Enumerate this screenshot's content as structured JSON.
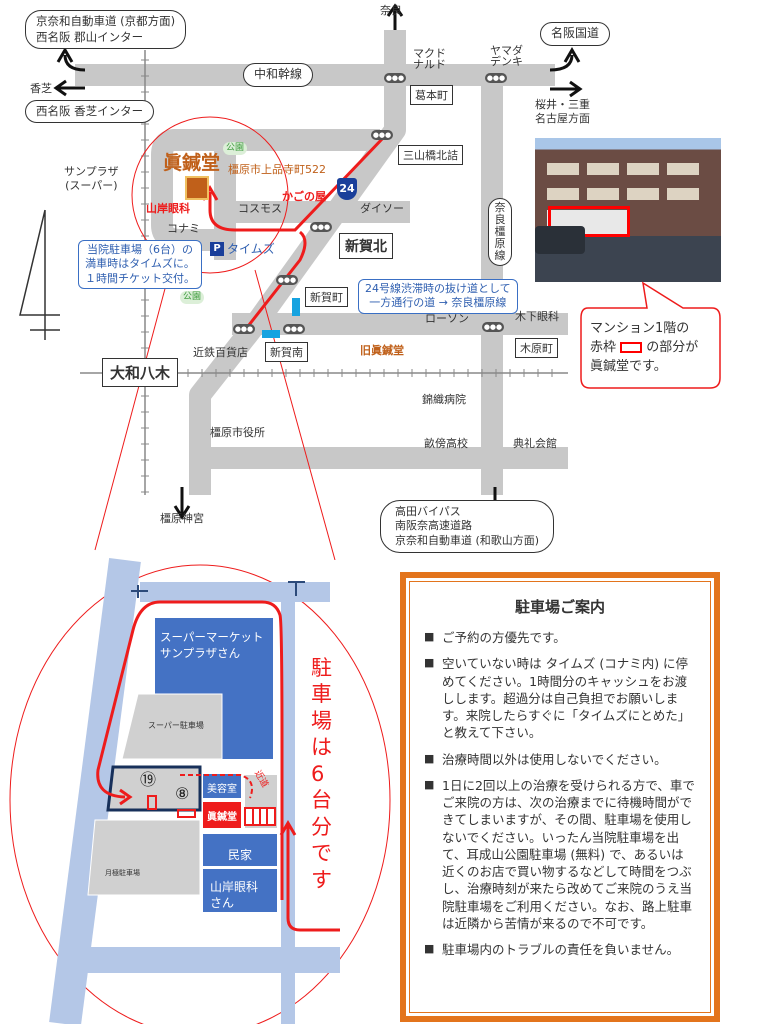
{
  "top_map": {
    "dest_kyoto": "京奈和自動車道 (京都方面)\n西名阪 郡山インター",
    "dest_kyoto_l1": "京奈和自動車道 (京都方面)",
    "dest_kyoto_l2": "西名阪 郡山インター",
    "kashiba": "香芝",
    "kashiba_ic": "西名阪 香芝インター",
    "nara": "奈良",
    "meihan": "名阪国道",
    "sakurai_l1": "桜井・三重",
    "sakurai_l2": "名古屋方面",
    "chuwa": "中和幹線",
    "mcd_l1": "マクド",
    "mcd_l2": "ナルド",
    "yamada_l1": "ヤマダ",
    "yamada_l2": "デンキ",
    "kuzumoto": "葛本町",
    "sanyama": "三山橋北詰",
    "clinic_name": "眞鍼堂",
    "address": "橿原市上品寺町522",
    "park1": "公園",
    "park2": "公園",
    "sunplaza_l1": "サンプラザ",
    "sunplaza_l2": "(スーパー)",
    "yamagishi": "山岸眼科",
    "cosmos": "コスモス",
    "kagonoya": "かごの屋",
    "route24": "24",
    "daiso": "ダイソー",
    "konami": "コナミ",
    "times": "タイムズ",
    "times_note_l1": "当院駐車場（6台）の",
    "times_note_l2": "満車時はタイムズに。",
    "times_note_l3": "１時間チケット交付。",
    "shinga_kita": "新賀北",
    "shinga_cho": "新賀町",
    "shinga_minami": "新賀南",
    "naraline": "奈良橿原線",
    "bypass_note_l1": "24号線渋滞時の抜け道として",
    "bypass_note_l2": "一方通行の道 → 奈良橿原線",
    "lawson": "ローソン",
    "kinoshita": "木下眼科",
    "kihara": "木原町",
    "kintetsu": "近鉄百貨店",
    "old_clinic": "旧眞鍼堂",
    "yamato_yagi": "大和八木",
    "kinshoku": "錦織病院",
    "city_hall": "橿原市役所",
    "unebi": "畝傍高校",
    "tenrei": "典礼会館",
    "jingu": "橿原神宮",
    "south_l1": "高田バイパス",
    "south_l2": "南阪奈高速道路",
    "south_l3": "京奈和自動車道 (和歌山方面)",
    "photo_callout_l1": "マンション1階の",
    "photo_callout_l2a": "赤枠",
    "photo_callout_l2b": "の部分が",
    "photo_callout_l3": "眞鍼堂です。"
  },
  "parking_map": {
    "supermarket_l1": "スーパーマーケット",
    "supermarket_l2": "サンプラザさん",
    "super_parking": "スーパー駐車場",
    "no19": "⑲",
    "no8": "⑧",
    "salon": "美容室",
    "clinic": "眞鍼堂",
    "shortcut": "近道",
    "house": "民家",
    "eye_l1": "山岸眼科",
    "eye_l2": "さん",
    "monthly": "月極駐車場",
    "six_cars": "駐車場は6台分です"
  },
  "rules": {
    "title": "駐車場ご案内",
    "items": [
      "ご予約の方優先です。",
      "空いていない時は タイムズ (コナミ内) に停めてください。1時間分のキャッシュをお渡しします。超過分は自己負担でお願いします。来院したらすぐに「タイムズにとめた」と教えて下さい。",
      "治療時間以外は使用しないでください。",
      "1日に2回以上の治療を受けられる方で、車でご来院の方は、次の治療までに待機時間ができてしまいますが、その間、駐車場を使用しないでください。いったん当院駐車場を出て、耳成山公園駐車場 (無料) で、あるいは近くのお店で買い物するなどして時間をつぶし、治療時刻が来たら改めてご来院のうえ当院駐車場をご利用ください。なお、路上駐車は近隣から苦情が来るので不可です。",
      "駐車場内のトラブルの責任を負いません。"
    ]
  },
  "colors": {
    "road": "#c8c8c8",
    "route": "#ee1c1c",
    "clinic": "#c0601a",
    "blue": "#4472c4",
    "lightblue": "#b4c7e7",
    "orange": "#e3741c"
  }
}
